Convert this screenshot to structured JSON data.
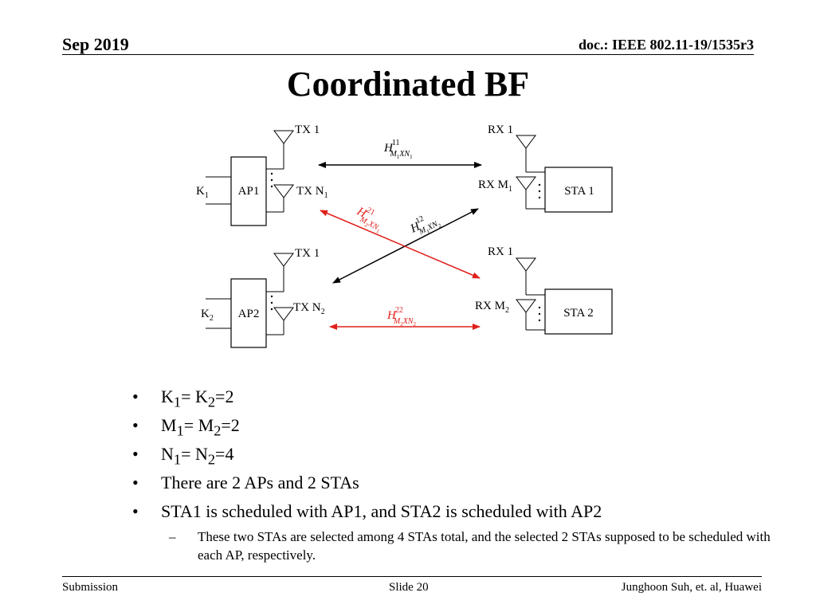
{
  "header": {
    "date": "Sep 2019",
    "doc_id": "doc.: IEEE 802.11-19/1535r3"
  },
  "title": "Coordinated BF",
  "diagram": {
    "ap1": {
      "label": "AP1",
      "k_base": "K",
      "k_sub": "1",
      "tx_top": "TX 1",
      "tx_bottom_base": "TX N",
      "tx_bottom_sub": "1"
    },
    "ap2": {
      "label": "AP2",
      "k_base": "K",
      "k_sub": "2",
      "tx_top": "TX 1",
      "tx_bottom_base": "TX N",
      "tx_bottom_sub": "2"
    },
    "sta1": {
      "label": "STA 1",
      "rx_top": "RX 1",
      "rx_bottom_base": "RX M",
      "rx_bottom_sub": "1"
    },
    "sta2": {
      "label": "STA 2",
      "rx_top": "RX 1",
      "rx_bottom_base": "RX M",
      "rx_bottom_sub": "2"
    },
    "channels": {
      "h11": {
        "sup": "11",
        "s1": "1",
        "s2": "1",
        "color": "#000000"
      },
      "h12": {
        "sup": "12",
        "s1": "1",
        "s2": "2",
        "color": "#000000"
      },
      "h21": {
        "sup": "21",
        "s1": "2",
        "s2": "1",
        "color": "#e0201b"
      },
      "h22": {
        "sup": "22",
        "s1": "2",
        "s2": "2",
        "color": "#e0201b"
      }
    }
  },
  "bullets": [
    {
      "a": "K",
      "a_sub": "1",
      "b": "= K",
      "b_sub": "2",
      "c": "=2"
    },
    {
      "a": "M",
      "a_sub": "1",
      "b": "= M",
      "b_sub": "2",
      "c": "=2"
    },
    {
      "a": "N",
      "a_sub": "1",
      "b": "= N",
      "b_sub": "2",
      "c": "=4"
    },
    {
      "text": "There are 2 APs and 2 STAs"
    },
    {
      "text": "STA1 is scheduled with AP1, and STA2 is scheduled with AP2"
    }
  ],
  "bullet_glyph": "•",
  "sub_bullet": {
    "glyph": "–",
    "text": "These two STAs are selected among 4 STAs total, and the selected 2 STAs supposed to be scheduled with each AP, respectively."
  },
  "footer": {
    "left": "Submission",
    "center": "Slide 20",
    "right": "Junghoon Suh, et. al, Huawei"
  }
}
